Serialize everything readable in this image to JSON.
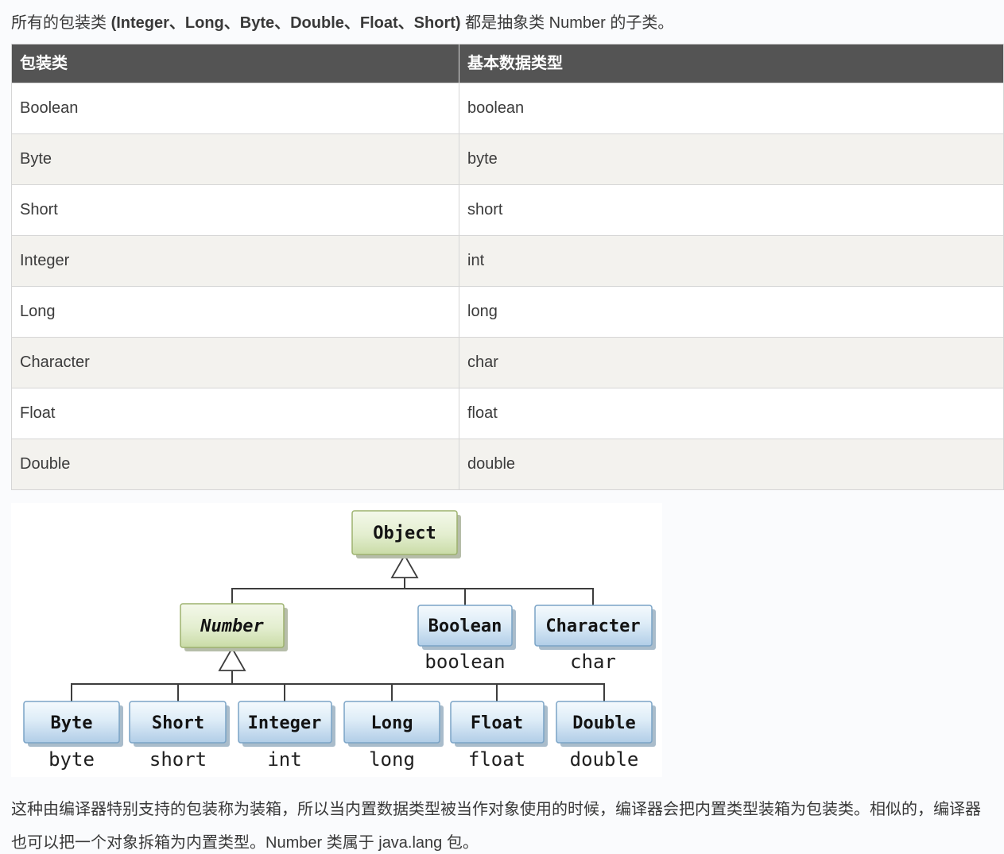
{
  "intro": {
    "text_before": "所有的包装类 ",
    "text_bold": "(Integer、Long、Byte、Double、Float、Short)",
    "text_after": " 都是抽象类 Number 的子类。"
  },
  "table": {
    "headers": [
      "包装类",
      "基本数据类型"
    ],
    "rows": [
      {
        "wrapper": "Boolean",
        "primitive": "boolean"
      },
      {
        "wrapper": "Byte",
        "primitive": "byte"
      },
      {
        "wrapper": "Short",
        "primitive": "short"
      },
      {
        "wrapper": "Integer",
        "primitive": "int"
      },
      {
        "wrapper": "Long",
        "primitive": "long"
      },
      {
        "wrapper": "Character",
        "primitive": "char"
      },
      {
        "wrapper": "Float",
        "primitive": "float"
      },
      {
        "wrapper": "Double",
        "primitive": "double"
      }
    ]
  },
  "diagram": {
    "root": "Object",
    "abstract_class": "Number",
    "direct_children": [
      {
        "class": "Boolean",
        "primitive": "boolean"
      },
      {
        "class": "Character",
        "primitive": "char"
      }
    ],
    "number_children": [
      {
        "class": "Byte",
        "primitive": "byte"
      },
      {
        "class": "Short",
        "primitive": "short"
      },
      {
        "class": "Integer",
        "primitive": "int"
      },
      {
        "class": "Long",
        "primitive": "long"
      },
      {
        "class": "Float",
        "primitive": "float"
      },
      {
        "class": "Double",
        "primitive": "double"
      }
    ]
  },
  "outro": {
    "text": "这种由编译器特别支持的包装称为装箱，所以当内置数据类型被当作对象使用的时候，编译器会把内置类型装箱为包装类。相似的，编译器也可以把一个对象拆箱为内置类型。Number 类属于 java.lang 包。"
  },
  "colors": {
    "page_bg": "#fafbfd",
    "table_header_bg": "#545454",
    "table_header_text": "#ffffff",
    "row_alt_bg": "#f3f2ee",
    "table_border": "#d6d6d6",
    "body_text": "#3b3b3b",
    "diagram_green_box": "#c9dba6",
    "diagram_green_border": "#9db26f",
    "diagram_blue_box": "#b1cde7",
    "diagram_blue_border": "#7aa3c6",
    "diagram_line": "#3d3d3d"
  }
}
